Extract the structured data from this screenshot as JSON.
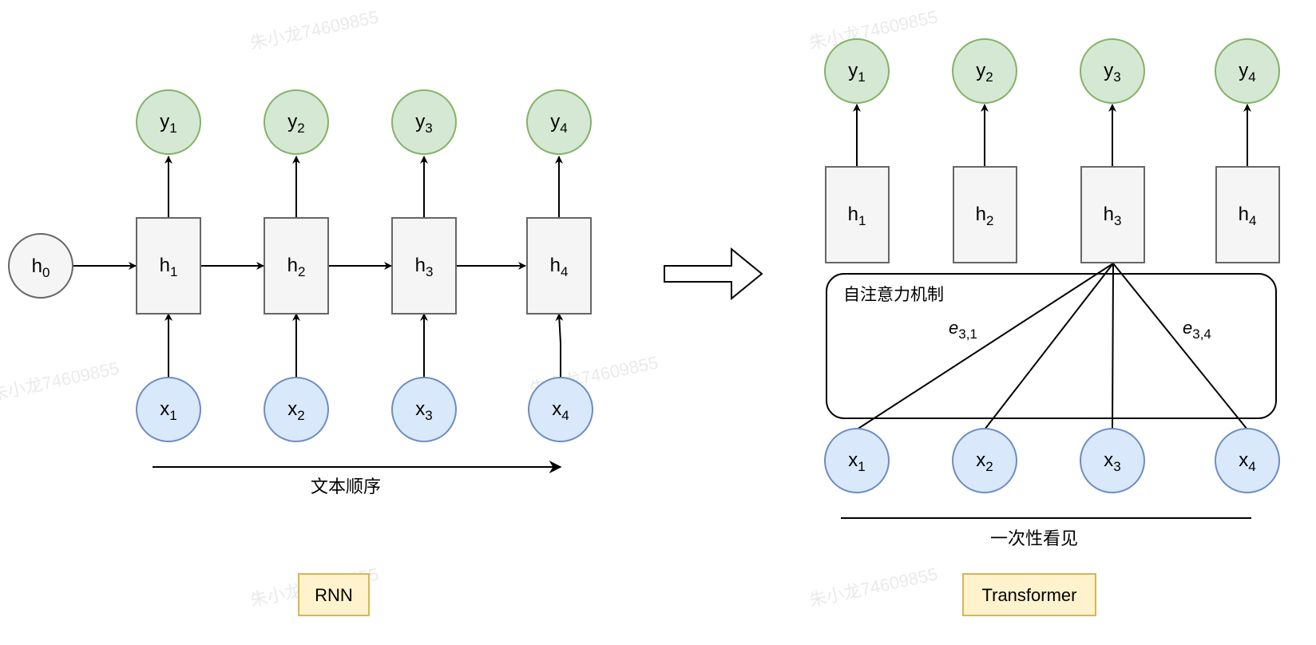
{
  "rnn": {
    "h0": {
      "main": "h",
      "sub": "0"
    },
    "outputs": [
      {
        "main": "y",
        "sub": "1"
      },
      {
        "main": "y",
        "sub": "2"
      },
      {
        "main": "y",
        "sub": "3"
      },
      {
        "main": "y",
        "sub": "4"
      }
    ],
    "hidden": [
      {
        "main": "h",
        "sub": "1"
      },
      {
        "main": "h",
        "sub": "2"
      },
      {
        "main": "h",
        "sub": "3"
      },
      {
        "main": "h",
        "sub": "4"
      }
    ],
    "inputs": [
      {
        "main": "x",
        "sub": "1"
      },
      {
        "main": "x",
        "sub": "2"
      },
      {
        "main": "x",
        "sub": "3"
      },
      {
        "main": "x",
        "sub": "4"
      }
    ],
    "axis_label": "文本顺序",
    "title": "RNN"
  },
  "transformer": {
    "outputs": [
      {
        "main": "y",
        "sub": "1"
      },
      {
        "main": "y",
        "sub": "2"
      },
      {
        "main": "y",
        "sub": "3"
      },
      {
        "main": "y",
        "sub": "4"
      }
    ],
    "hidden": [
      {
        "main": "h",
        "sub": "1"
      },
      {
        "main": "h",
        "sub": "2"
      },
      {
        "main": "h",
        "sub": "3"
      },
      {
        "main": "h",
        "sub": "4"
      }
    ],
    "inputs": [
      {
        "main": "x",
        "sub": "1"
      },
      {
        "main": "x",
        "sub": "2"
      },
      {
        "main": "x",
        "sub": "3"
      },
      {
        "main": "x",
        "sub": "4"
      }
    ],
    "attention_label": "自注意力机制",
    "edge_labels": [
      {
        "main": "e",
        "sub": "3,1"
      },
      {
        "main": "e",
        "sub": "3,4"
      }
    ],
    "axis_label": "一次性看见",
    "title": "Transformer"
  },
  "watermark": "朱小龙74609855",
  "colors": {
    "output_fill": "#d5e8d4",
    "output_stroke": "#82b366",
    "input_fill": "#dae8fc",
    "input_stroke": "#6c8ebf",
    "hidden_fill": "#f5f5f5",
    "hidden_stroke": "#666666",
    "title_fill": "#fff2cc",
    "title_stroke": "#d6b656"
  }
}
